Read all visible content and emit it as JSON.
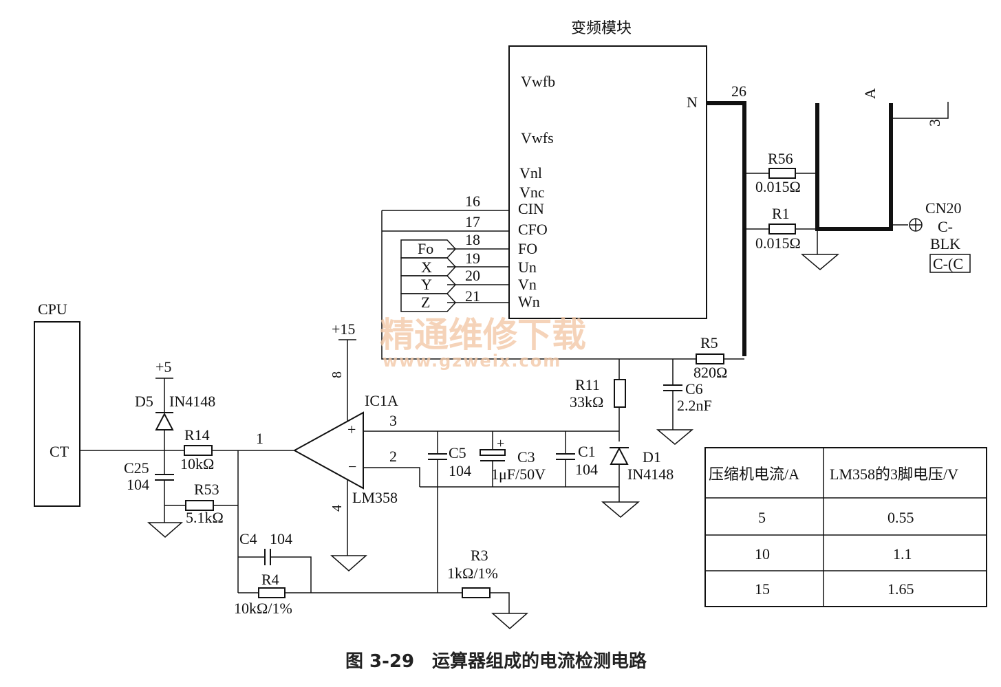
{
  "module": {
    "title": "变频模块",
    "pins_right": {
      "n_label": "N",
      "n_num": "26"
    },
    "pins_left": [
      {
        "label": "Vwfb",
        "num": ""
      },
      {
        "label": "Vwfs",
        "num": ""
      },
      {
        "label": "Vnl",
        "num": ""
      },
      {
        "label": "Vnc",
        "num": ""
      },
      {
        "label": "CIN",
        "num": "16"
      },
      {
        "label": "CFO",
        "num": "17"
      },
      {
        "label": "FO",
        "num": "18"
      },
      {
        "label": "Un",
        "num": "19"
      },
      {
        "label": "Vn",
        "num": "20"
      },
      {
        "label": "Wn",
        "num": "21"
      }
    ],
    "signal_tags": [
      "Fo",
      "X",
      "Y",
      "Z"
    ]
  },
  "cpu": {
    "label": "CPU",
    "pin": "CT"
  },
  "opamp": {
    "name": "IC1A",
    "part": "LM358",
    "supply": "+15",
    "vcc_pin": "8",
    "gnd_pin": "4",
    "out_pin": "1",
    "plus_pin": "3",
    "minus_pin": "2",
    "plus_sign": "+",
    "minus_sign": "−"
  },
  "components": {
    "d5": {
      "ref": "D5",
      "part": "IN4148",
      "rail": "+5"
    },
    "r14": {
      "ref": "R14",
      "value": "10kΩ"
    },
    "c25": {
      "ref": "C25",
      "value": "104"
    },
    "r53": {
      "ref": "R53",
      "value": "5.1kΩ"
    },
    "c4": {
      "ref": "C4",
      "value": "104"
    },
    "r4": {
      "ref": "R4",
      "value": "10kΩ/1%"
    },
    "r3": {
      "ref": "R3",
      "value": "1kΩ/1%"
    },
    "c5": {
      "ref": "C5",
      "value": "104"
    },
    "c3": {
      "ref": "C3",
      "value": "1μF/50V",
      "polarity": "+"
    },
    "c1": {
      "ref": "C1",
      "value": "104"
    },
    "d1": {
      "ref": "D1",
      "part": "IN4148"
    },
    "r11": {
      "ref": "R11",
      "value": "33kΩ"
    },
    "r5": {
      "ref": "R5",
      "value": "820Ω"
    },
    "c6": {
      "ref": "C6",
      "value": "2.2nF"
    },
    "r56": {
      "ref": "R56",
      "value": "0.015Ω"
    },
    "r1": {
      "ref": "R1",
      "value": "0.015Ω"
    }
  },
  "connector": {
    "ref": "CN20",
    "line1": "C-",
    "line2": "BLK",
    "boxed": "C-(C",
    "bus_label_a": "A",
    "bus_label_3": "3"
  },
  "table": {
    "headers": [
      "压缩机电流/A",
      "LM358的3脚电压/V"
    ],
    "rows": [
      [
        "5",
        "0.55"
      ],
      [
        "10",
        "1.1"
      ],
      [
        "15",
        "1.65"
      ]
    ]
  },
  "watermark": {
    "line1": "精通维修下载",
    "line2": "www.gzweix.com"
  },
  "caption": {
    "figure": "图 3-29",
    "title": "运算器组成的电流检测电路"
  }
}
